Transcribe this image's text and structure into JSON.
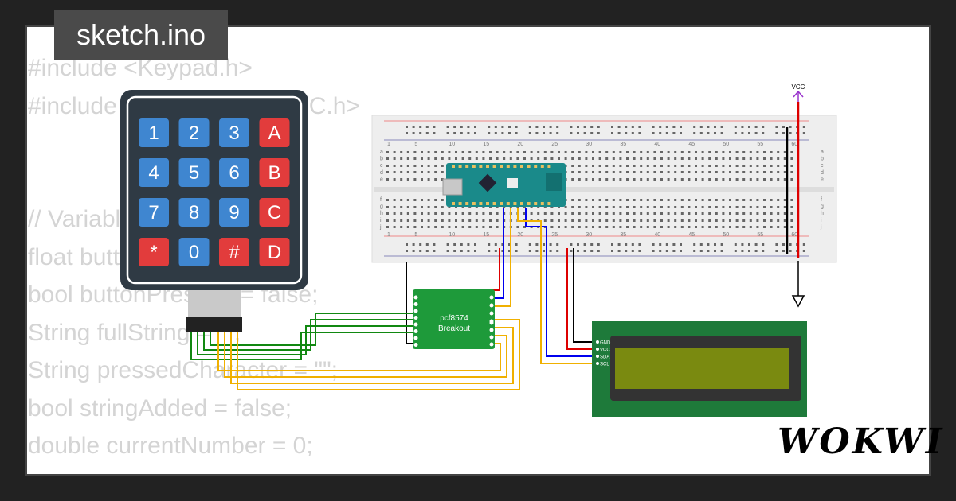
{
  "title": "sketch.ino",
  "code_lines": [
    "#include <Keypad.h>",
    "#include <LiquidCrystal_I2C.h>",
    "",
    "",
    "// Variables",
    "float buttonNumber = 0;",
    "bool buttonPressed = false;",
    "String fullString = \"\";",
    "String pressedCharacter = \"\";",
    "bool stringAdded = false;",
    "double currentNumber = 0;"
  ],
  "keypad": {
    "keys": [
      "1",
      "2",
      "3",
      "A",
      "4",
      "5",
      "6",
      "B",
      "7",
      "8",
      "9",
      "C",
      "*",
      "0",
      "#",
      "D"
    ]
  },
  "breakout": {
    "line1": "pcf8574",
    "line2": "Breakout"
  },
  "power": {
    "vcc_label": "VCC"
  },
  "lcd_pins": [
    "GND",
    "VCC",
    "SDA",
    "SCL"
  ],
  "breadboard": {
    "column_numbers": [
      "1",
      "5",
      "10",
      "15",
      "20",
      "25",
      "30",
      "35",
      "40",
      "45",
      "50",
      "55",
      "60"
    ],
    "row_letters_top": [
      "a",
      "b",
      "c",
      "d",
      "e"
    ],
    "row_letters_bottom": [
      "f",
      "g",
      "h",
      "i",
      "j"
    ]
  },
  "brand": "WOKWI",
  "colors": {
    "wire_red": "#dd0000",
    "wire_blue": "#0000ee",
    "wire_green": "#118811",
    "wire_yellow": "#f0b000",
    "wire_black": "#000000",
    "lcd_board": "#1e7a3a",
    "lcd_screen": "#7a8a10",
    "keypad_body": "#2f3a44",
    "key_blue": "#3f86d0",
    "key_red": "#e23c3c",
    "nano_board": "#1a8a8a"
  }
}
